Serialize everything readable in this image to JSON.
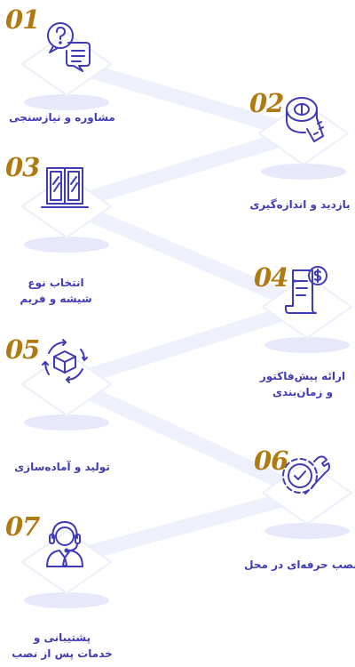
{
  "theme": {
    "number_color": "#b07a13",
    "label_color": "#3f3bb7",
    "icon_color": "#3f3bb7",
    "tile_color": "#ffffff",
    "connector_color": "#eef0fb"
  },
  "steps": [
    {
      "number": "01",
      "icon": "question-chat-icon",
      "label_lines": [
        "مشاوره و نیازسنجی"
      ]
    },
    {
      "number": "02",
      "icon": "measuring-tape-icon",
      "label_lines": [
        "بازدید و اندازه‌گیری"
      ]
    },
    {
      "number": "03",
      "icon": "window-frame-icon",
      "label_lines": [
        "انتخاب نوع",
        "شیشه و فریم"
      ]
    },
    {
      "number": "04",
      "icon": "invoice-dollar-icon",
      "label_lines": [
        "ارائه پیش‌فاکتور",
        "و زمان‌بندی"
      ]
    },
    {
      "number": "05",
      "icon": "box-cycle-icon",
      "label_lines": [
        "تولید و آماده‌سازی"
      ]
    },
    {
      "number": "06",
      "icon": "gear-wrench-icon",
      "label_lines": [
        "نصب حرفه‌ای در محل"
      ]
    },
    {
      "number": "07",
      "icon": "headset-support-icon",
      "label_lines": [
        "پشتیبانی و",
        "خدمات پس از نصب"
      ]
    }
  ]
}
